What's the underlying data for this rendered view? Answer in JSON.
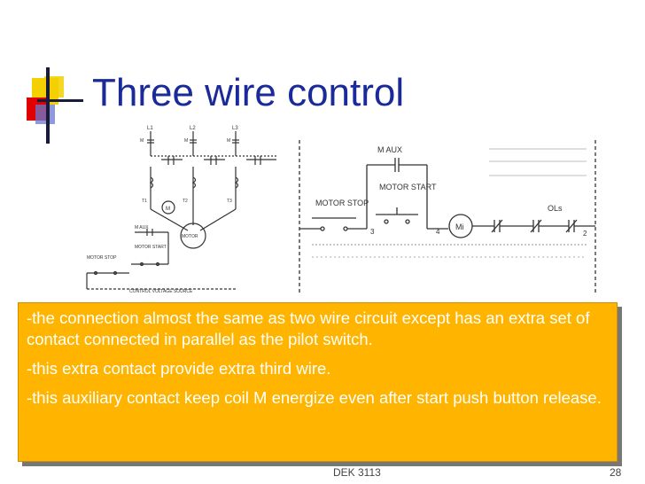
{
  "slide": {
    "title": "Three wire control",
    "bullets": [
      "-the connection almost the same as two wire circuit except has an extra set of contact connected in parallel as the pilot switch.",
      "-this extra contact provide extra third wire.",
      "-this auxiliary contact keep coil M energize even after start push button release."
    ],
    "footer_center": "DEK 3113",
    "footer_right": "28"
  },
  "diagram_left": {
    "line_labels": [
      "L1",
      "L2",
      "L3"
    ],
    "contact_label": "M",
    "terminal_labels": [
      "T1",
      "T2",
      "T3"
    ],
    "motor_label": "MOTOR",
    "coil_label": "M",
    "aux_label": "M AUX",
    "start_label": "MOTOR START",
    "stop_label": "MOTOR STOP",
    "source_label": "CONTROL VOLTAGE SOURCE"
  },
  "diagram_right": {
    "aux_label": "M AUX",
    "start_label": "MOTOR START",
    "stop_label": "MOTOR STOP",
    "coil_label": "Mi",
    "ols_label": "OLs",
    "node_labels": [
      "3",
      "4",
      "2"
    ]
  },
  "colors": {
    "title": "#1a2a9a",
    "callout_bg": "#ffb400",
    "callout_text": "#ffffff",
    "logo_yellow": "#f5d000",
    "logo_red": "#e00000",
    "logo_blue": "#2233aa"
  }
}
